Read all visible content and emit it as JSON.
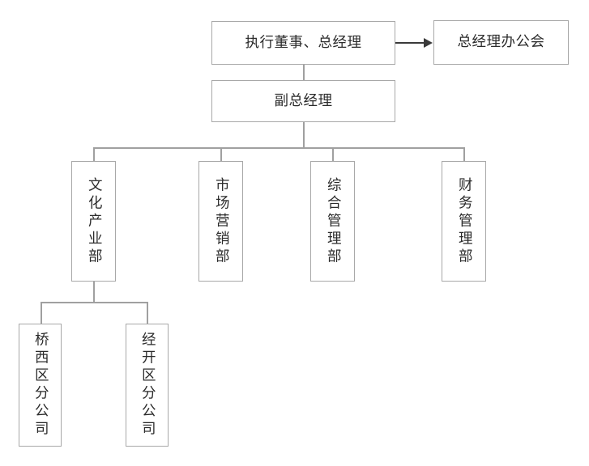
{
  "chart": {
    "type": "org-chart",
    "title_text": "",
    "background_color": "#ffffff",
    "box_border_color": "#a8a8a8",
    "connector_color": "#a0a0a0",
    "arrow_color": "#3a3a3a",
    "text_color": "#2b2b2b"
  },
  "nodes": {
    "executive_director": {
      "label": "执行董事、总经理",
      "orientation": "horizontal",
      "level": 1
    },
    "gm_office_meeting": {
      "label": "总经理办公会",
      "orientation": "horizontal",
      "level": 1
    },
    "deputy_gm": {
      "label": "副总经理",
      "orientation": "horizontal",
      "level": 2
    },
    "departments": [
      {
        "label": "文化产业部",
        "orientation": "vertical",
        "level": 3
      },
      {
        "label": "市场营销部",
        "orientation": "vertical",
        "level": 3
      },
      {
        "label": "综合管理部",
        "orientation": "vertical",
        "level": 3
      },
      {
        "label": "财务管理部",
        "orientation": "vertical",
        "level": 3
      }
    ],
    "branches": [
      {
        "label": "桥西区分公司",
        "orientation": "vertical",
        "level": 4
      },
      {
        "label": "经开区分公司",
        "orientation": "vertical",
        "level": 4
      }
    ]
  },
  "relations": [
    {
      "from": "执行董事、总经理",
      "to": "总经理办公会",
      "style": "arrow"
    },
    {
      "from": "执行董事、总经理",
      "to": "副总经理",
      "style": "line"
    },
    {
      "from": "副总经理",
      "to": "文化产业部",
      "style": "line"
    },
    {
      "from": "副总经理",
      "to": "市场营销部",
      "style": "line"
    },
    {
      "from": "副总经理",
      "to": "综合管理部",
      "style": "line"
    },
    {
      "from": "副总经理",
      "to": "财务管理部",
      "style": "line"
    },
    {
      "from": "文化产业部",
      "to": "桥西区分公司",
      "style": "line"
    },
    {
      "from": "文化产业部",
      "to": "经开区分公司",
      "style": "line"
    }
  ]
}
